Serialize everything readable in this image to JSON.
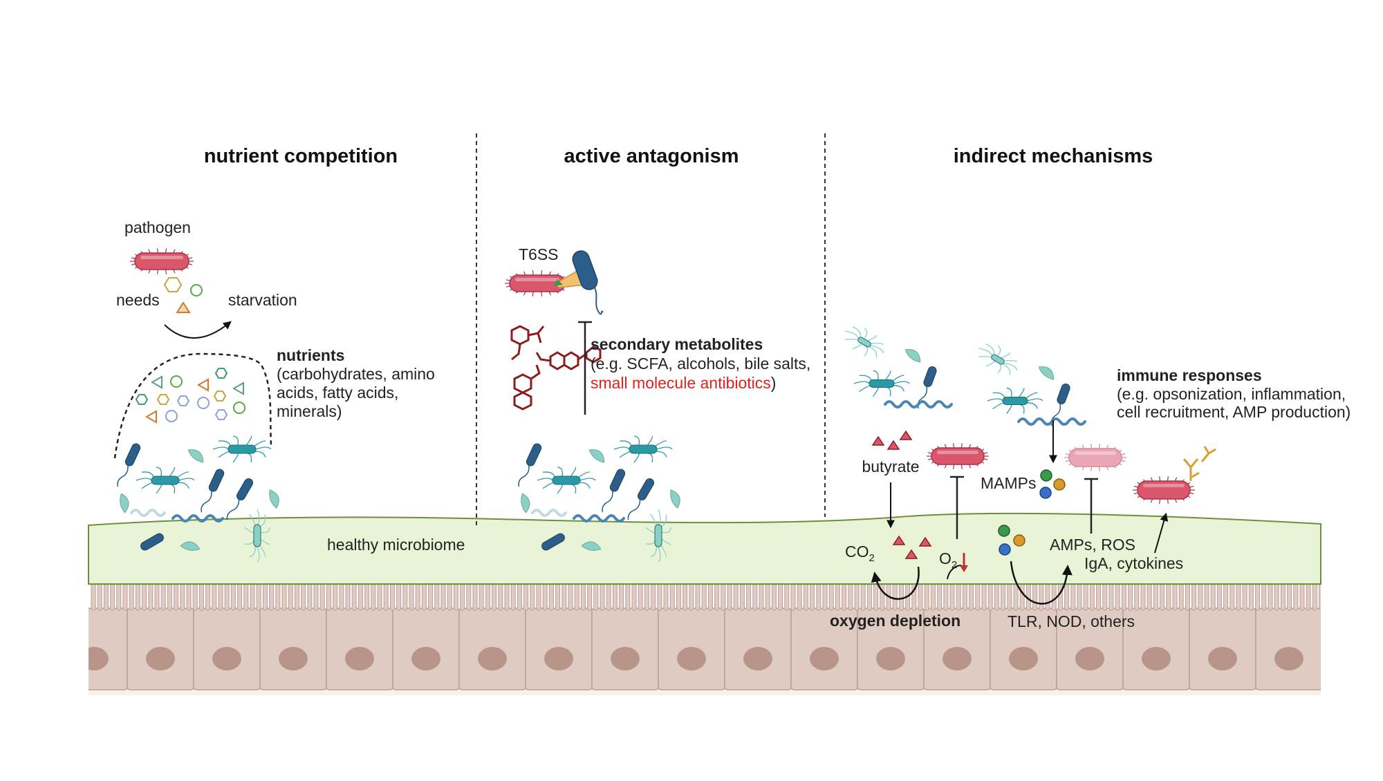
{
  "headings": {
    "nutrient": "nutrient competition",
    "antagonism": "active antagonism",
    "indirect": "indirect mechanisms"
  },
  "nutrient_panel": {
    "pathogen": "pathogen",
    "needs": "needs",
    "starvation": "starvation",
    "nutrients_title": "nutrients",
    "nutrients_lines": [
      "(carbohydrates, amino",
      "acids, fatty acids,",
      "minerals)"
    ]
  },
  "antagonism_panel": {
    "t6ss": "T6SS",
    "metabolites_title": "secondary metabolites",
    "metabolites_line1": "(e.g. SCFA, alcohols, bile salts,",
    "metabolites_red": "small molecule antibiotics",
    "metabolites_close": ")"
  },
  "indirect_panel": {
    "butyrate": "butyrate",
    "co2": "CO",
    "co2_sub": "2",
    "o2": "O",
    "o2_sub": "2",
    "oxygen_depletion": "oxygen depletion",
    "mamps": "MAMPs",
    "amps_ros": "AMPs, ROS",
    "iga": "IgA, cytokines",
    "tlr": "TLR, NOD, others",
    "immune_title": "immune responses",
    "immune_lines": [
      "(e.g. opsonization, inflammation,",
      "cell recruitment, AMP production)"
    ]
  },
  "mucus_label": "healthy microbiome",
  "colors": {
    "pathogen": "#d9566b",
    "mucus": "#e9f4d6",
    "epithelium": "#e0cbc3",
    "nucleus": "#b89489",
    "commensal_teal": "#2a9aa7",
    "commensal_dark": "#2b5f8a",
    "metabolite": "#8a1d1d",
    "red_text": "#e02020"
  }
}
